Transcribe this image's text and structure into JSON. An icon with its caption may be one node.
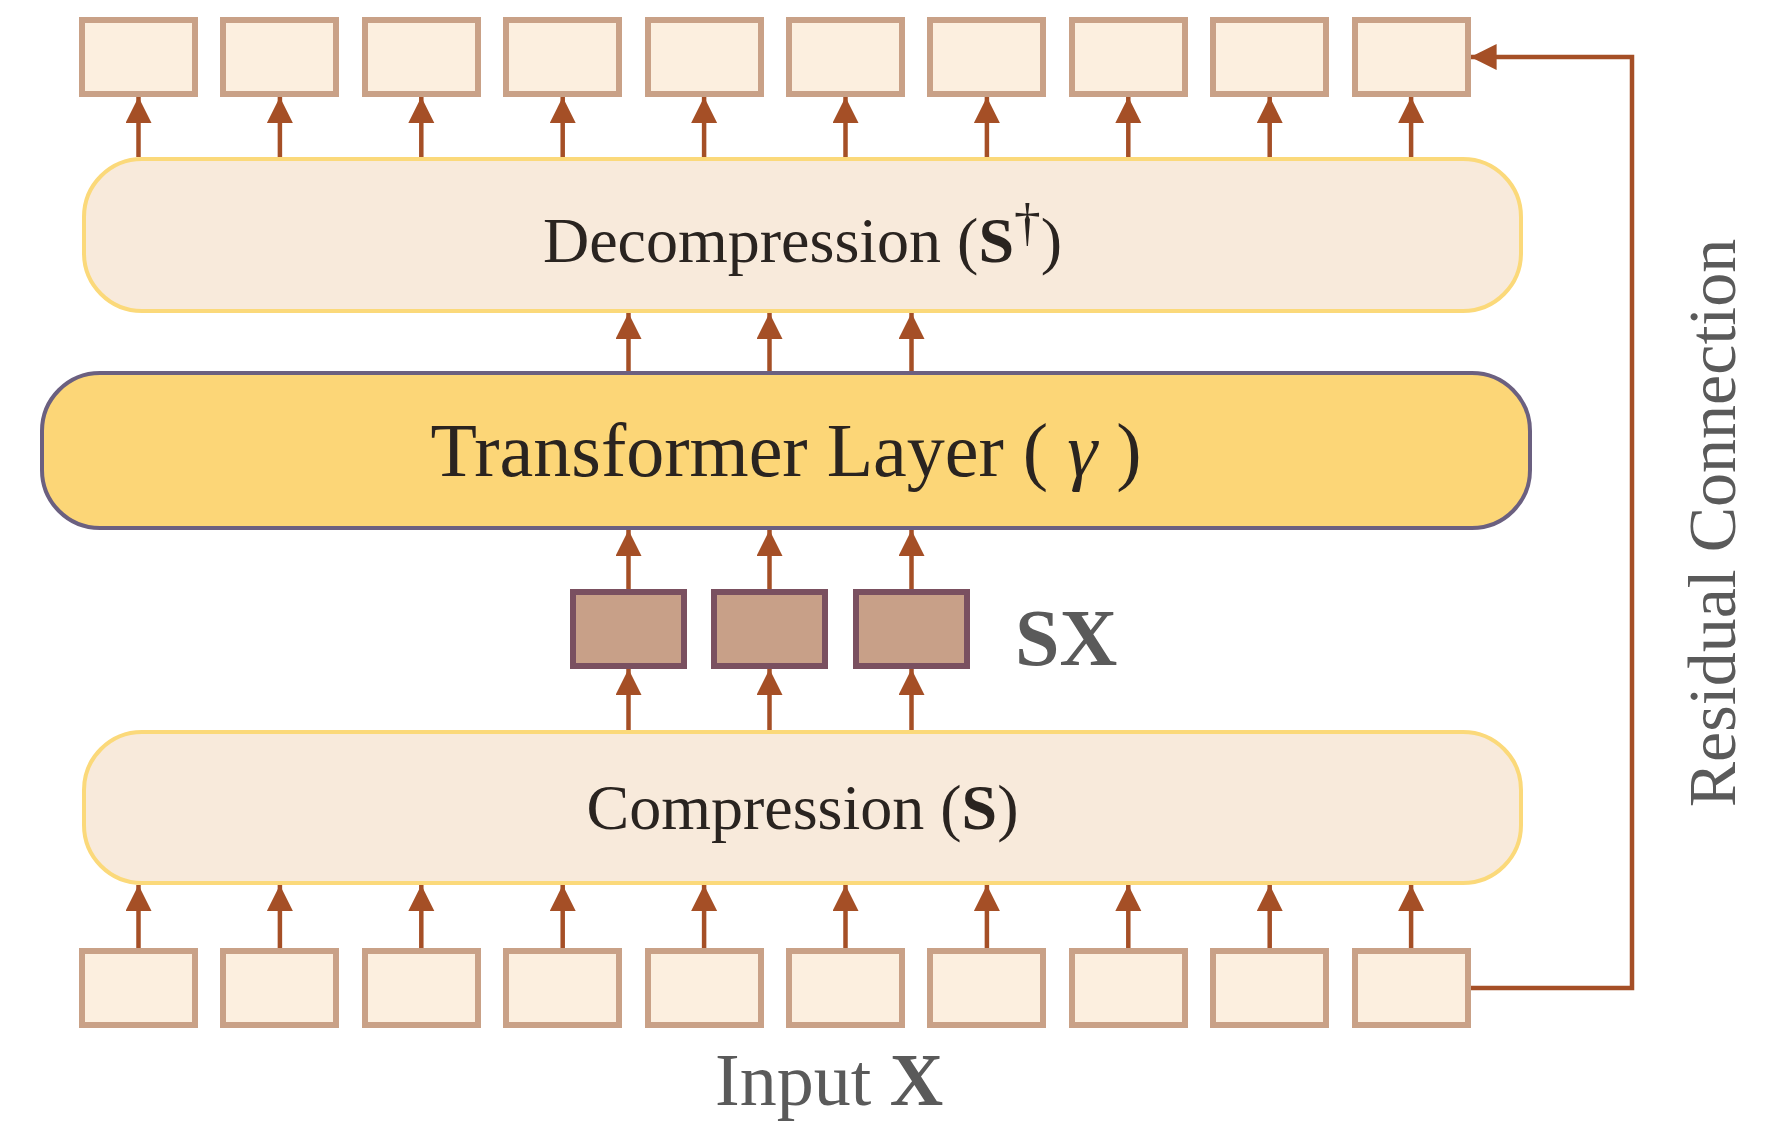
{
  "diagram": {
    "nodes": [
      {
        "text": [],
        "shape": "box"
      },
      {
        "text": [],
        "shape": "box"
      },
      {
        "text": [],
        "shape": "box"
      },
      {
        "text": [],
        "shape": "box"
      },
      {
        "text": [],
        "shape": "box"
      },
      {
        "text": [],
        "shape": "box"
      },
      {
        "text": [],
        "shape": "box"
      },
      {
        "text": [],
        "shape": "box"
      },
      {
        "text": [],
        "shape": "box"
      },
      {
        "text": [],
        "shape": "box"
      },
      {
        "text": [
          "Decompression (**S**$^{†}$)"
        ]
      },
      {
        "text": [
          "Transformer Layer ( *γ* )"
        ]
      },
      {
        "text": [],
        "shape": "box"
      },
      {
        "text": [],
        "shape": "box"
      },
      {
        "text": [],
        "shape": "box"
      },
      {
        "text": [
          "Compression (**S**)"
        ]
      },
      {
        "text": [],
        "shape": "box"
      },
      {
        "text": [],
        "shape": "box"
      },
      {
        "text": [],
        "shape": "box"
      },
      {
        "text": [],
        "shape": "box"
      },
      {
        "text": [],
        "shape": "box"
      },
      {
        "text": [],
        "shape": "box"
      },
      {
        "text": [],
        "shape": "box"
      },
      {
        "text": [],
        "shape": "box"
      },
      {
        "text": [],
        "shape": "box"
      },
      {
        "text": [],
        "shape": "box"
      }
    ],
    "edges": [
      {
        "from": 16,
        "to": 15,
        "arrow": "to"
      },
      {
        "from": 17,
        "to": 15,
        "arrow": "to"
      },
      {
        "from": 18,
        "to": 15,
        "arrow": "to"
      },
      {
        "from": 19,
        "to": 15,
        "arrow": "to"
      },
      {
        "from": 20,
        "to": 15,
        "arrow": "to"
      },
      {
        "from": 21,
        "to": 15,
        "arrow": "to"
      },
      {
        "from": 22,
        "to": 15,
        "arrow": "to"
      },
      {
        "from": 23,
        "to": 15,
        "arrow": "to"
      },
      {
        "from": 24,
        "to": 15,
        "arrow": "to"
      },
      {
        "from": 25,
        "to": 15,
        "arrow": "to"
      },
      {
        "from": 15,
        "to": 12,
        "arrow": "to"
      },
      {
        "from": 15,
        "to": 13,
        "arrow": "to"
      },
      {
        "from": 15,
        "to": 14,
        "arrow": "to"
      },
      {
        "from": 12,
        "to": 11,
        "arrow": "to"
      },
      {
        "from": 13,
        "to": 11,
        "arrow": "to"
      },
      {
        "from": 14,
        "to": 11,
        "arrow": "to"
      },
      {
        "from": 11,
        "to": 10,
        "arrow": "to"
      },
      {
        "from": 11,
        "to": 10,
        "arrow": "to"
      },
      {
        "from": 11,
        "to": 10,
        "arrow": "to"
      },
      {
        "from": 10,
        "to": 0,
        "arrow": "to"
      },
      {
        "from": 10,
        "to": 1,
        "arrow": "to"
      },
      {
        "from": 10,
        "to": 2,
        "arrow": "to"
      },
      {
        "from": 10,
        "to": 3,
        "arrow": "to"
      },
      {
        "from": 10,
        "to": 4,
        "arrow": "to"
      },
      {
        "from": 10,
        "to": 5,
        "arrow": "to"
      },
      {
        "from": 10,
        "to": 6,
        "arrow": "to"
      },
      {
        "from": 10,
        "to": 7,
        "arrow": "to"
      },
      {
        "from": 10,
        "to": 8,
        "arrow": "to"
      },
      {
        "from": 10,
        "to": 9,
        "arrow": "to"
      },
      {
        "from": 25,
        "to": 9,
        "arrow": "to",
        "label": "Residual Connection"
      }
    ],
    "labels": [
      "SX",
      "Input **X**"
    ]
  }
}
